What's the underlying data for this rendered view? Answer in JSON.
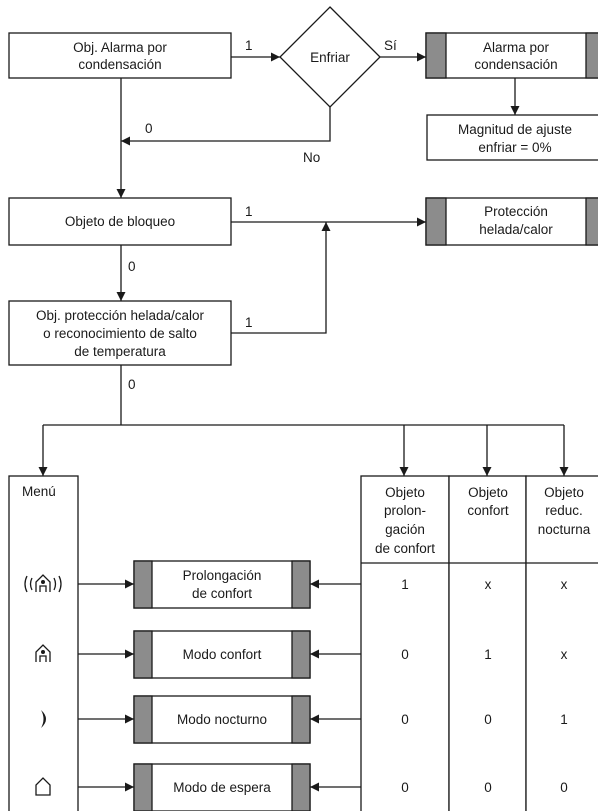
{
  "flow": {
    "alarm_object": [
      "Obj. Alarma por",
      "condensación"
    ],
    "cool_decision": "Enfriar",
    "label_yes_1": "1",
    "label_si": "Sí",
    "label_no": "No",
    "label_zero_1": "0",
    "alarm_result": [
      "Alarma por",
      "condensación"
    ],
    "set_value": [
      "Magnitud de ajuste",
      "enfriar = 0%"
    ],
    "block_object": "Objeto de bloqueo",
    "label_block_1": "1",
    "label_block_0": "0",
    "protection_result": [
      "Protección",
      "helada/calor"
    ],
    "protection_object": [
      "Obj. protección helada/calor",
      "o reconocimiento de salto",
      "de temperatura"
    ],
    "label_prot_1": "1",
    "label_prot_0": "0"
  },
  "table": {
    "menu_header": "Menú",
    "col_headers": [
      [
        "Objeto",
        "prolon-",
        "gación",
        "de confort"
      ],
      [
        "Objeto",
        "confort"
      ],
      [
        "Objeto",
        "reduc.",
        "nocturna"
      ]
    ],
    "rows": [
      {
        "icon": "comfort-extension-icon",
        "mode": [
          "Prolongación",
          "de confort"
        ],
        "values": [
          "1",
          "x",
          "x"
        ]
      },
      {
        "icon": "comfort-mode-icon",
        "mode": [
          "Modo confort"
        ],
        "values": [
          "0",
          "1",
          "x"
        ]
      },
      {
        "icon": "night-mode-icon",
        "mode": [
          "Modo nocturno"
        ],
        "values": [
          "0",
          "0",
          "1"
        ]
      },
      {
        "icon": "standby-mode-icon",
        "mode": [
          "Modo de espera"
        ],
        "values": [
          "0",
          "0",
          "0"
        ]
      }
    ]
  }
}
